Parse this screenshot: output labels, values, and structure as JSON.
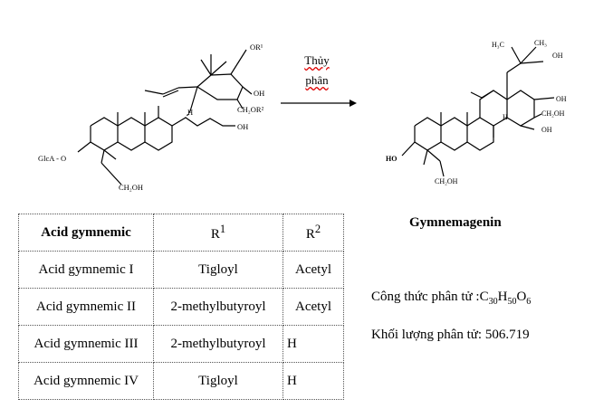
{
  "reaction": {
    "arrow_label_line1": "Thủy",
    "arrow_label_line2": "phân"
  },
  "left_structure_labels": {
    "or1": "OR¹",
    "oh_a": "OH",
    "ch2or2": "CH₂OR²",
    "h": "H",
    "oh_b": "OH",
    "glca": "GlcA - O",
    "ch2oh": "CH₂OH"
  },
  "right_structure_labels": {
    "h3c": "H₃C",
    "ch3": "CH₃",
    "oh_top": "OH",
    "oh_a": "OH",
    "ch2oh_a": "CH₂OH",
    "oh_b": "OH",
    "h": "H",
    "ho": "HO",
    "ch2oh_b": "CH₂OH"
  },
  "table": {
    "header": {
      "name": "Acid gymnemic",
      "r1": "R",
      "r1_sup": "1",
      "r2": "R",
      "r2_sup": "2"
    },
    "rows": [
      {
        "name": "Acid gymnemic I",
        "r1": "Tigloyl",
        "r2": "Acetyl"
      },
      {
        "name": "Acid gymnemic II",
        "r1": "2-methylbutyroyl",
        "r2": "Acetyl"
      },
      {
        "name": "Acid gymnemic III",
        "r1": "2-methylbutyroyl",
        "r2": "H"
      },
      {
        "name": "Acid gymnemic IV",
        "r1": "Tigloyl",
        "r2": "H"
      }
    ]
  },
  "product": {
    "title": "Gymnemagenin",
    "formula_label": "Công thức phân tử :",
    "formula_parts": [
      "C",
      "30",
      "H",
      "50",
      "O",
      "6"
    ],
    "mass_label": "Khối lượng phân tử:",
    "mass_value": "506.719"
  }
}
